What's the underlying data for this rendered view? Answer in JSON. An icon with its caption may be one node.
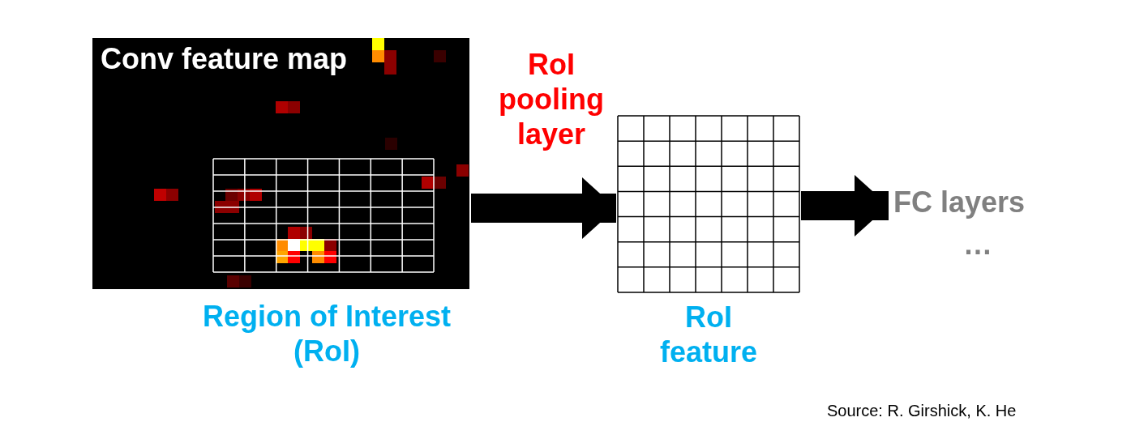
{
  "diagram": {
    "nodes": [
      {
        "text": [
          "Conv feature map"
        ]
      },
      {
        "text": [],
        "shape": "box",
        "in": 0,
        "beside": [
          "Region of Interest (RoI)"
        ]
      },
      {
        "text": [],
        "shape": "box",
        "beside": [
          "RoI feature"
        ]
      },
      {
        "text": [
          "FC layers",
          "…"
        ]
      }
    ],
    "edges": [
      {
        "from": 0,
        "to": 2,
        "arrow": "to",
        "label": "RoI pooling layer"
      },
      {
        "from": 2,
        "to": 3,
        "arrow": "to"
      }
    ],
    "labels": [
      "Source: R. Girshick, K. He"
    ]
  }
}
